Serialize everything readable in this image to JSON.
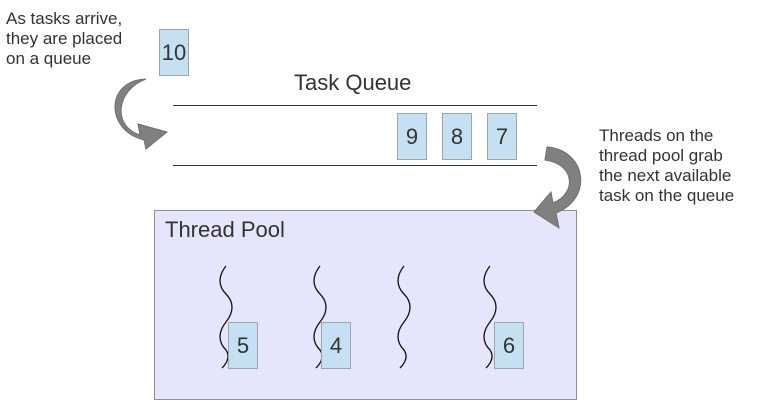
{
  "notes": {
    "arrival": [
      "As tasks arrive,",
      "they are placed",
      "on a queue"
    ],
    "threads": [
      "Threads on the",
      "thread pool grab",
      "the next available",
      "task on the queue"
    ]
  },
  "incoming_task": "10",
  "queue": {
    "title": "Task Queue",
    "tasks": [
      "9",
      "8",
      "7"
    ]
  },
  "pool": {
    "title": "Thread Pool",
    "running_tasks": [
      "5",
      "4",
      "6"
    ]
  },
  "colors": {
    "task_fill": "#c5dff3",
    "pool_fill": "#e5e5fb",
    "arrow": "#808080",
    "line": "#333333"
  }
}
